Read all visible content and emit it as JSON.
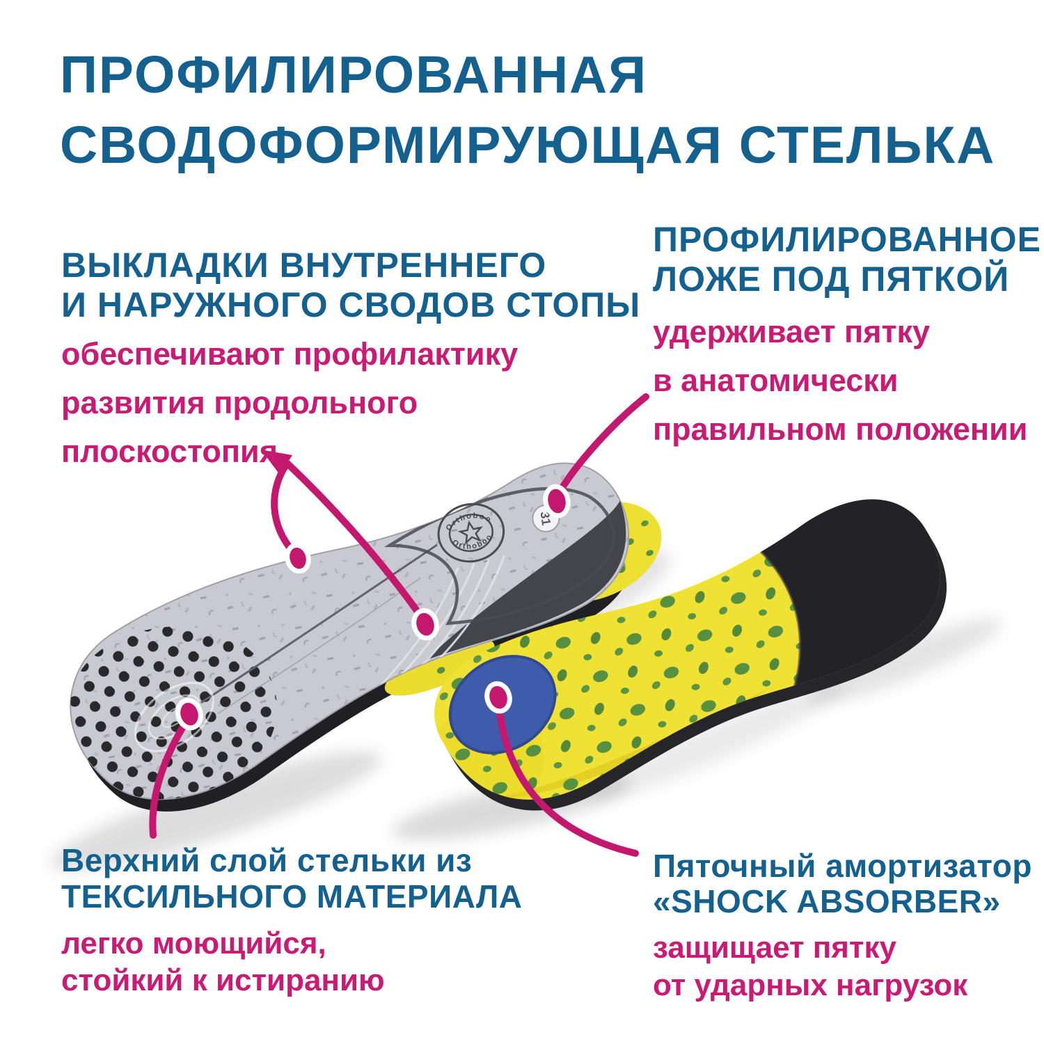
{
  "title": {
    "line1": "ПРОФИЛИРОВАННАЯ",
    "line2": "СВОДОФОРМИРУЮЩАЯ СТЕЛЬКА"
  },
  "callouts": {
    "arch_pads": {
      "heading_line1": "ВЫКЛАДКИ ВНУТРЕННЕГО",
      "heading_line2": "И НАРУЖНОГО СВОДОВ СТОПЫ",
      "desc_line1": "обеспечивают профилактику",
      "desc_line2": "развития продольного",
      "desc_line3": "плоскостопия"
    },
    "heel_bed": {
      "heading_line1": "ПРОФИЛИРОВАННОЕ",
      "heading_line2": "ЛОЖЕ ПОД ПЯТКОЙ",
      "desc_line1": "удерживает пятку",
      "desc_line2": "в анатомически",
      "desc_line3": "правильном положении"
    },
    "top_layer": {
      "heading_line1": "Верхний слой стельки из",
      "heading_line2": "ТЕКСИЛЬНОГО МАТЕРИАЛА",
      "desc_line1": "легко моющийся,",
      "desc_line2": "стойкий к истиранию"
    },
    "shock_absorber": {
      "heading_line1": "Пяточный амортизатор",
      "heading_line2": "«SHOCK ABSORBER»",
      "desc_line1": "защищает пятку",
      "desc_line2": "от ударных нагрузок"
    }
  },
  "insoles": {
    "stamp_text": "Orthoboom",
    "size_badge": "31"
  },
  "colors": {
    "heading_blue": "#14608f",
    "accent_pink": "#c91a74",
    "callout_line_pink": "#c4186f",
    "insole_gray": "#c9cad1",
    "insole_yellow": "#f0e235",
    "green_dot": "#579040",
    "shock_pad_blue": "#3e5cab",
    "toe_cap_black": "#232327"
  }
}
